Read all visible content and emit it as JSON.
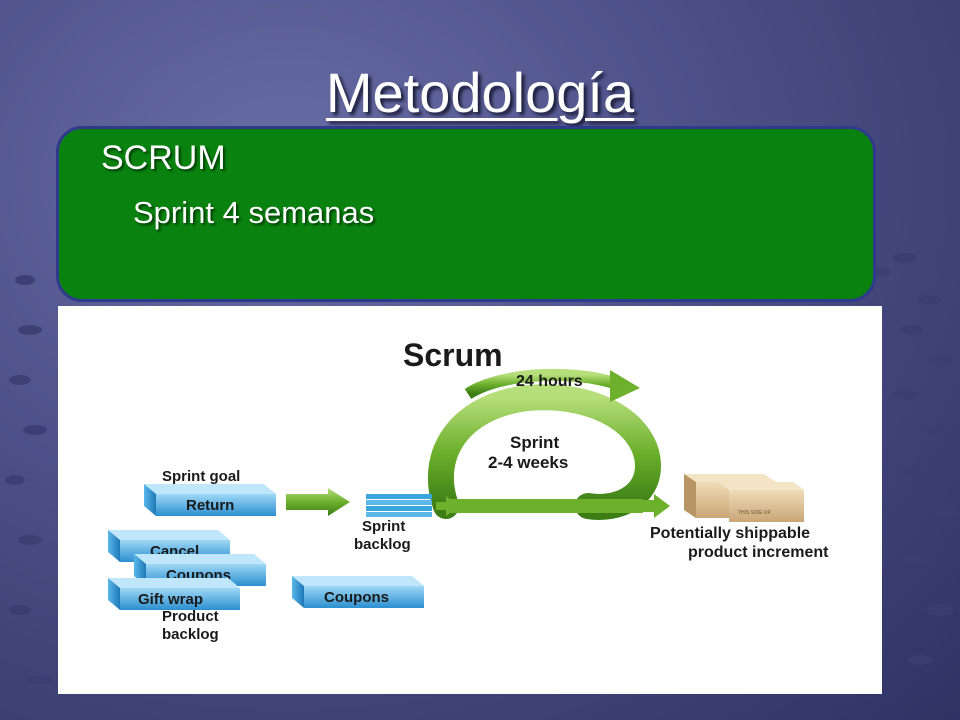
{
  "slide": {
    "title": "Metodología",
    "bullet_1": "SCRUM",
    "bullet_2": "Sprint 4 semanas"
  },
  "diagram": {
    "title": "Scrum",
    "cycle_label": "24 hours",
    "sprint_label_1": "Sprint",
    "sprint_label_2": "2-4 weeks",
    "sprint_goal": "Sprint goal",
    "return_block": "Return",
    "sprint_backlog_1": "Sprint",
    "sprint_backlog_2": "backlog",
    "cancel_block": "Cancel",
    "coupons_block": "Coupons",
    "giftwrap_block": "Gift wrap",
    "product_backlog_1": "Product",
    "product_backlog_2": "backlog",
    "coupons_block_2": "Coupons",
    "increment_1": "Potentially shippable",
    "increment_2": "product increment",
    "box_stamp": "THIS SIDE UP"
  },
  "colors": {
    "background": "#4c5087",
    "content_box": "#0a8210",
    "block_blue": "#3aa6de",
    "arrow_green": "#6cb02c"
  }
}
